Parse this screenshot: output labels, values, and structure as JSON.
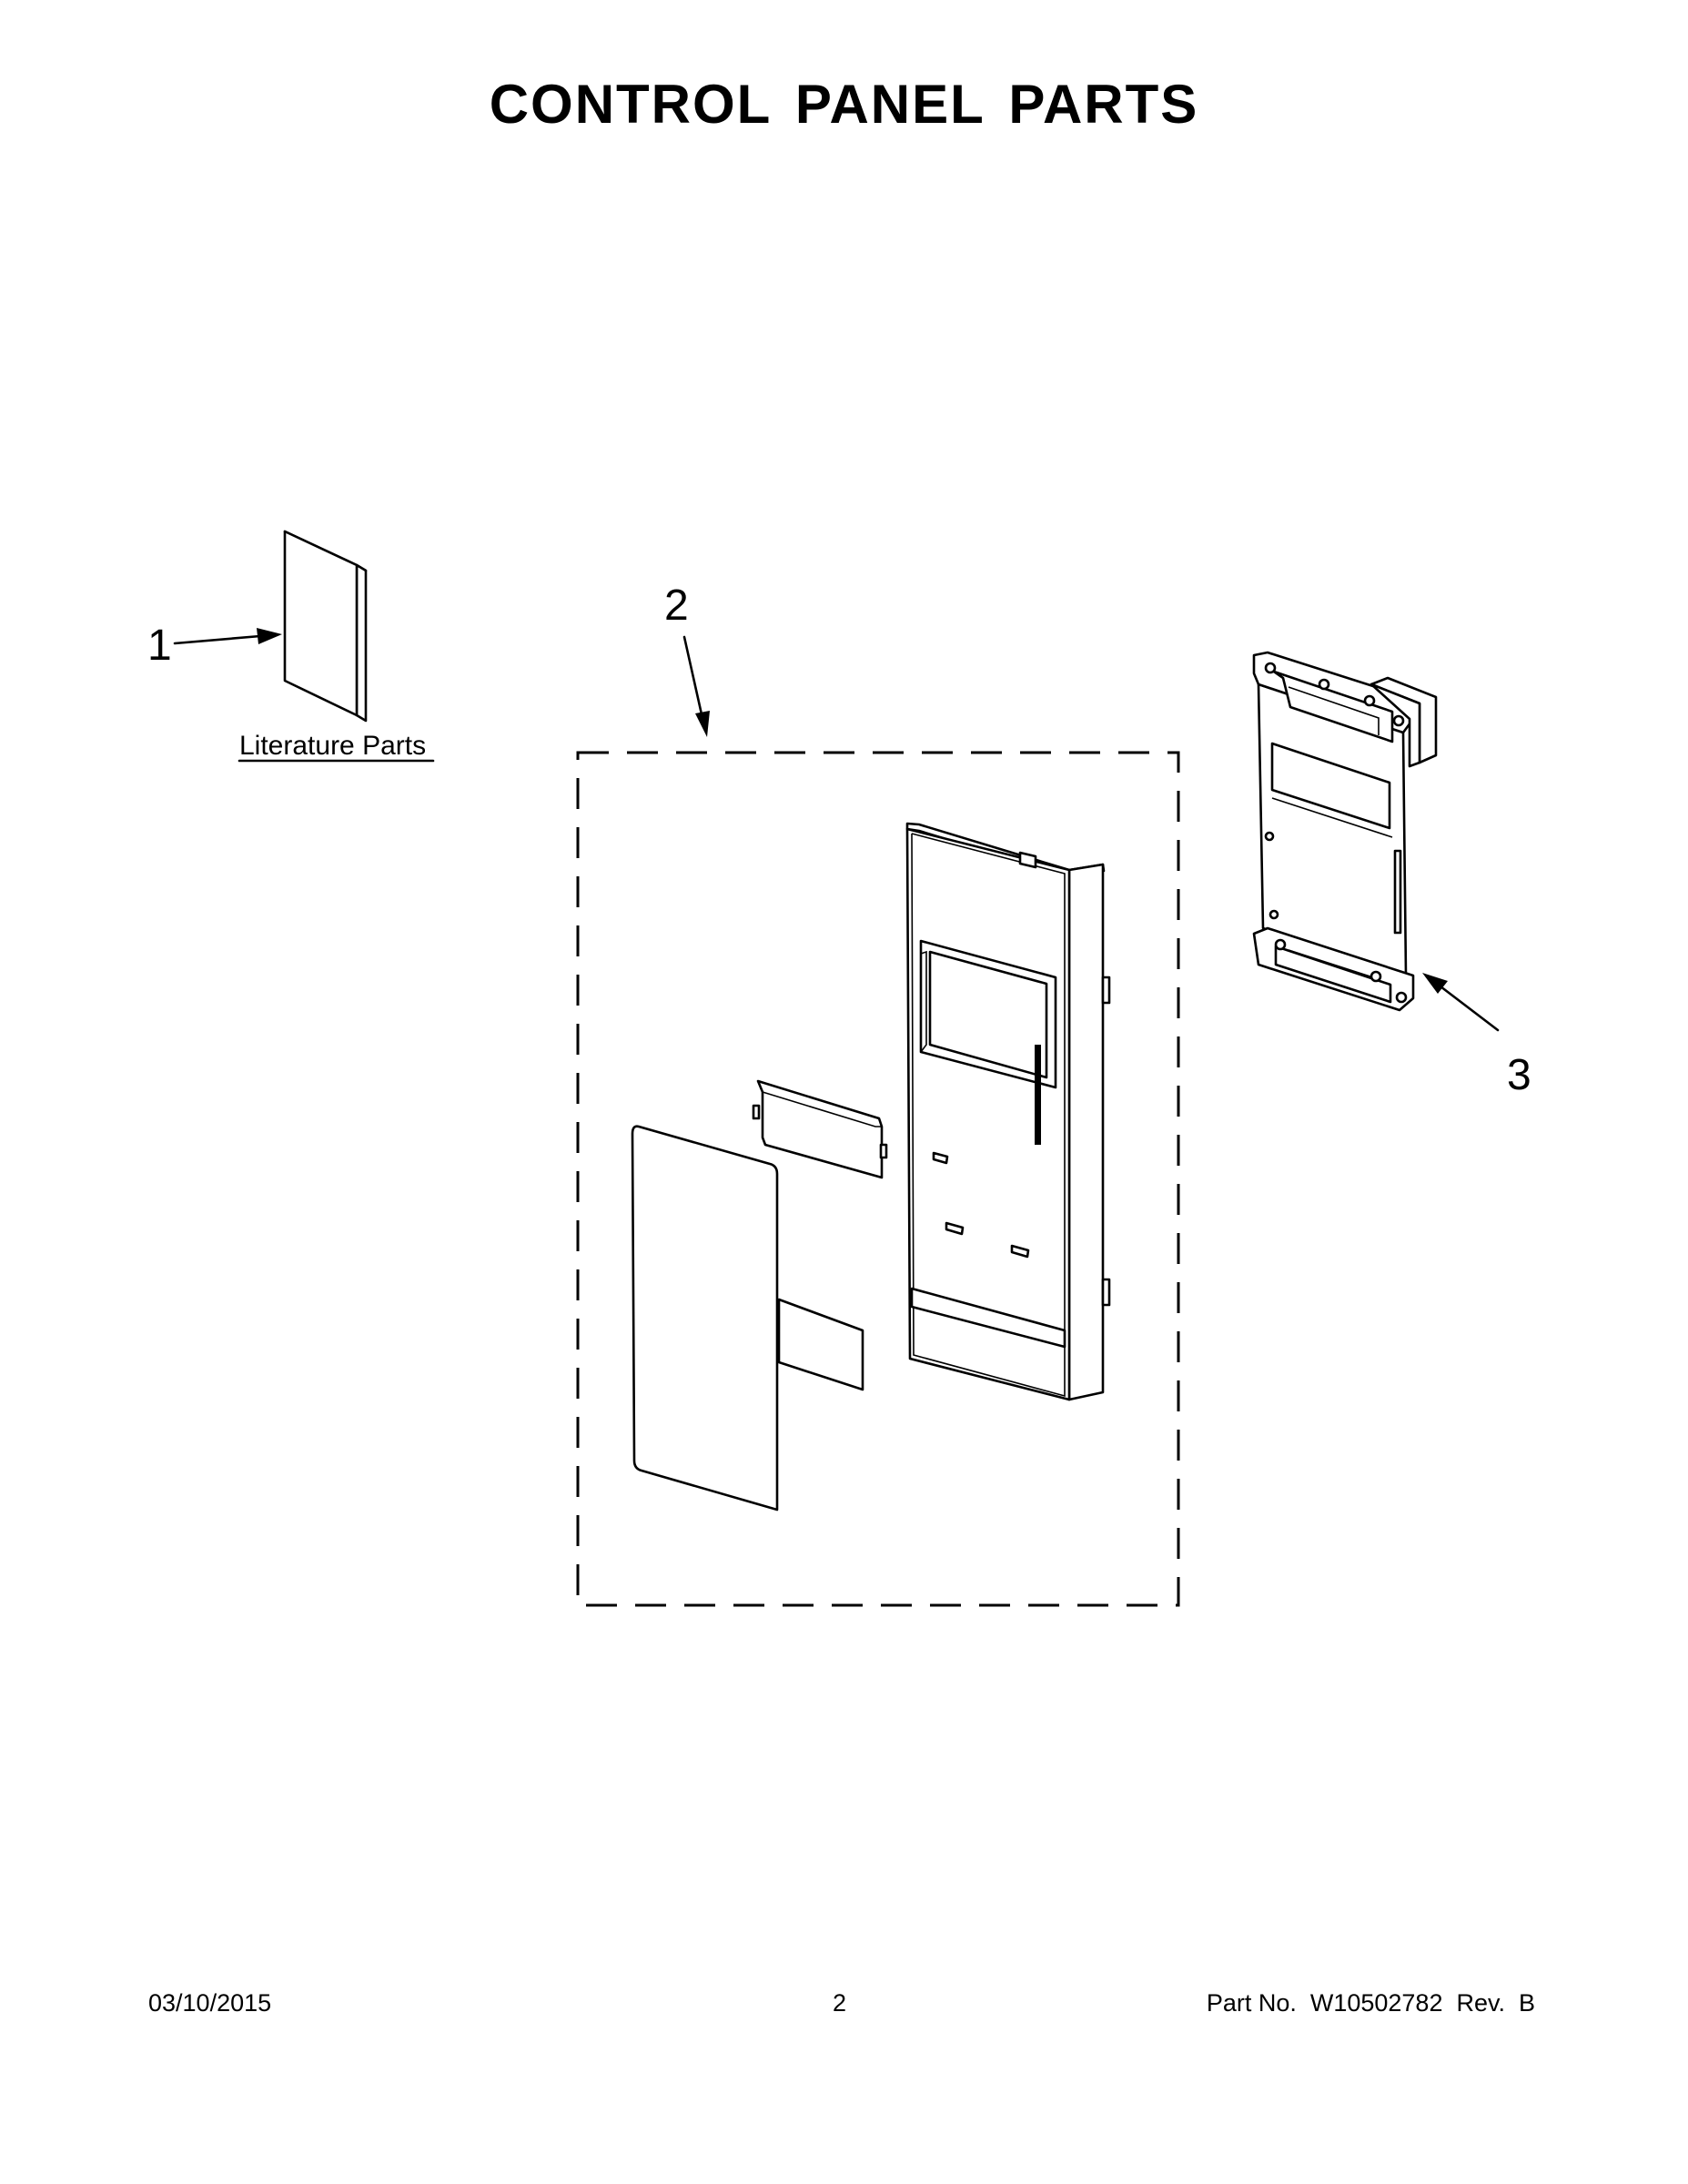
{
  "title": "CONTROL PANEL PARTS",
  "callouts": {
    "item1": "1",
    "item2": "2",
    "item3": "3"
  },
  "captions": {
    "literature": "Literature Parts"
  },
  "footer": {
    "date": "03/10/2015",
    "page": "2",
    "part_no": "Part No.  W10502782  Rev.  B"
  }
}
